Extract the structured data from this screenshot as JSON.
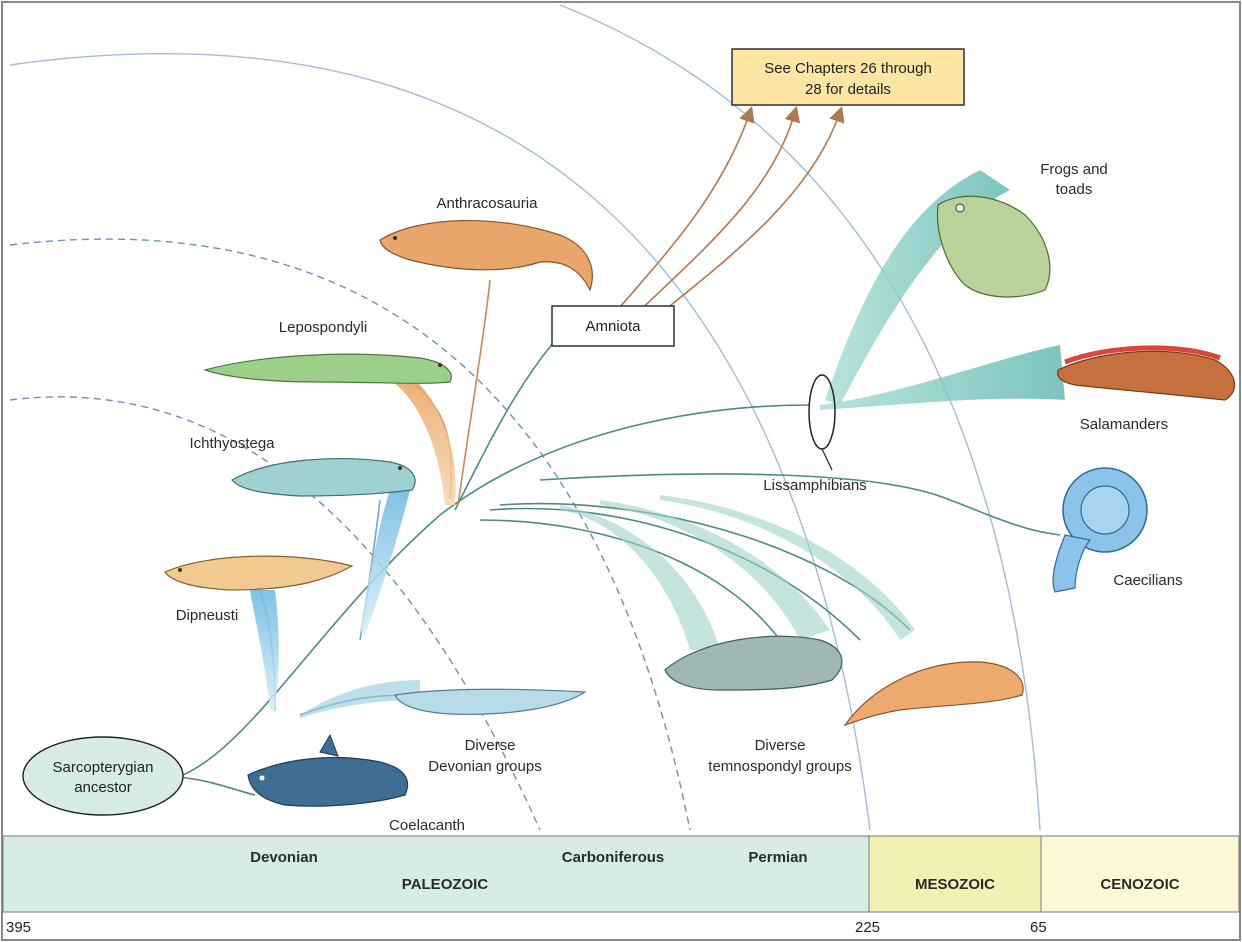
{
  "diagram": {
    "taxa": {
      "anthracosauria": "Anthracosauria",
      "lepospondyli": "Lepospondyli",
      "ichthyostega": "Ichthyostega",
      "dipneusti": "Dipneusti",
      "devonian_groups": [
        "Diverse",
        "Devonian groups"
      ],
      "coelacanth": "Coelacanth",
      "ancestor": [
        "Sarcopterygian",
        "ancestor"
      ],
      "amniota": "Amniota",
      "frogs": [
        "Frogs and",
        "toads"
      ],
      "salamanders": "Salamanders",
      "caecilians": "Caecilians",
      "lissamphibians": "Lissamphibians",
      "temnospondyl": [
        "Diverse",
        "temnospondyl groups"
      ]
    },
    "note": [
      "See Chapters 26 through",
      "28 for details"
    ],
    "timescale": {
      "periods": {
        "devonian": "Devonian",
        "carboniferous": "Carboniferous",
        "permian": "Permian"
      },
      "eras": {
        "paleozoic": "PALEOZOIC",
        "mesozoic": "MESOZOIC",
        "cenozoic": "CENOZOIC"
      },
      "ticks": [
        "395",
        "225",
        "65"
      ]
    },
    "colors": {
      "paleozoic": "#d7ede3",
      "mesozoic": "#f3f0b4",
      "cenozoic": "#fdf9d6",
      "note_box": "#fde6a4",
      "branch_teal": "#7cc6c0",
      "branch_orange": "#e8a060",
      "branch_blue": "#8ec8e8"
    }
  }
}
